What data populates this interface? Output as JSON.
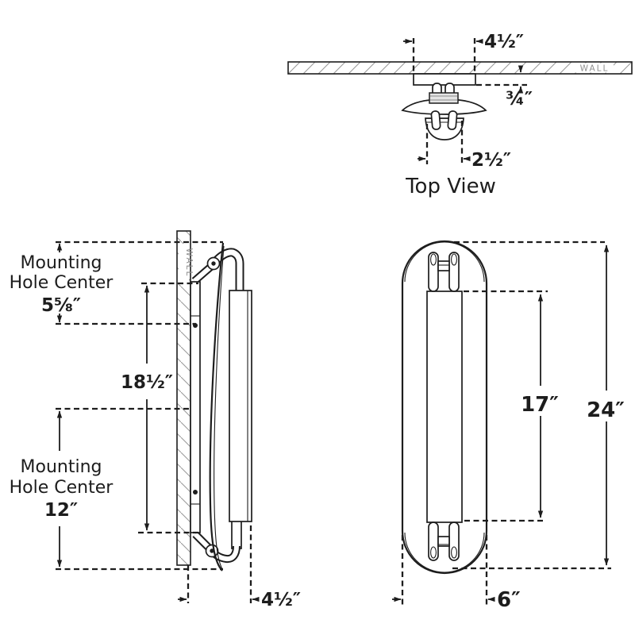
{
  "drawing": {
    "title_semantic": "Wall sconce dimension drawing",
    "colors": {
      "line": "#1d1d1d",
      "hatch": "#9b9b9b",
      "wall_text": "#8f8f8f",
      "background": "#ffffff"
    },
    "top_view": {
      "caption": "Top View",
      "wall_label": "WALL",
      "dim_backplate_width": "4½″",
      "dim_backplate_depth": "¾″",
      "dim_socket_width": "2½″"
    },
    "side_view": {
      "wall_label": "WALL",
      "mount_top": {
        "line1": "Mounting",
        "line2": "Hole Center",
        "value": "5⅝″"
      },
      "dim_plate_height": "18½″",
      "mount_bottom": {
        "line1": "Mounting",
        "line2": "Hole Center",
        "value": "12″"
      },
      "dim_projection": "4½″"
    },
    "front_view": {
      "dim_glass_height": "17″",
      "dim_overall_height": "24″",
      "dim_width": "6″"
    }
  }
}
